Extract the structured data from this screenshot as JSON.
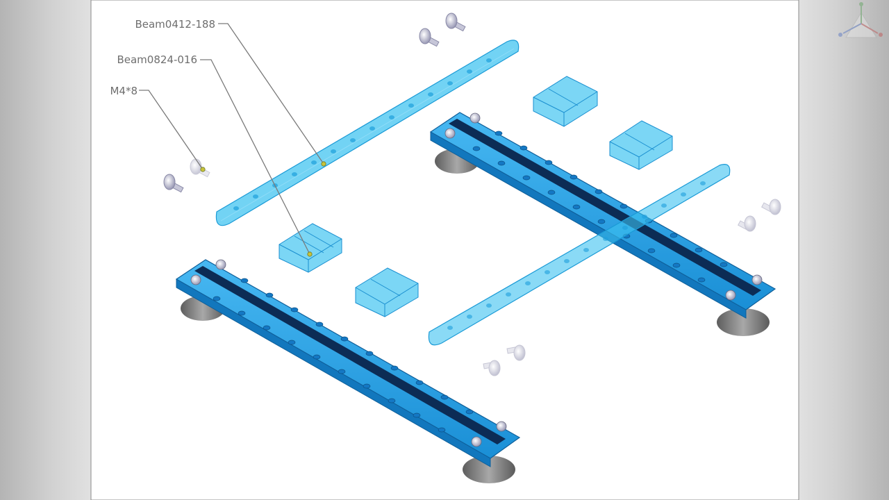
{
  "callouts": [
    {
      "label": "Beam0412-188"
    },
    {
      "label": "Beam0824-016"
    },
    {
      "label": "M4*8"
    }
  ],
  "colors": {
    "sheet": "#ffffff",
    "beam_translucent": "#3cc2f0",
    "slide_rail": "#1f9be0",
    "rail_groove": "#0c2c55",
    "foot": "#7b7b7b",
    "screw": "#c8c8d8"
  },
  "icons": [
    "view-cube-icon"
  ]
}
